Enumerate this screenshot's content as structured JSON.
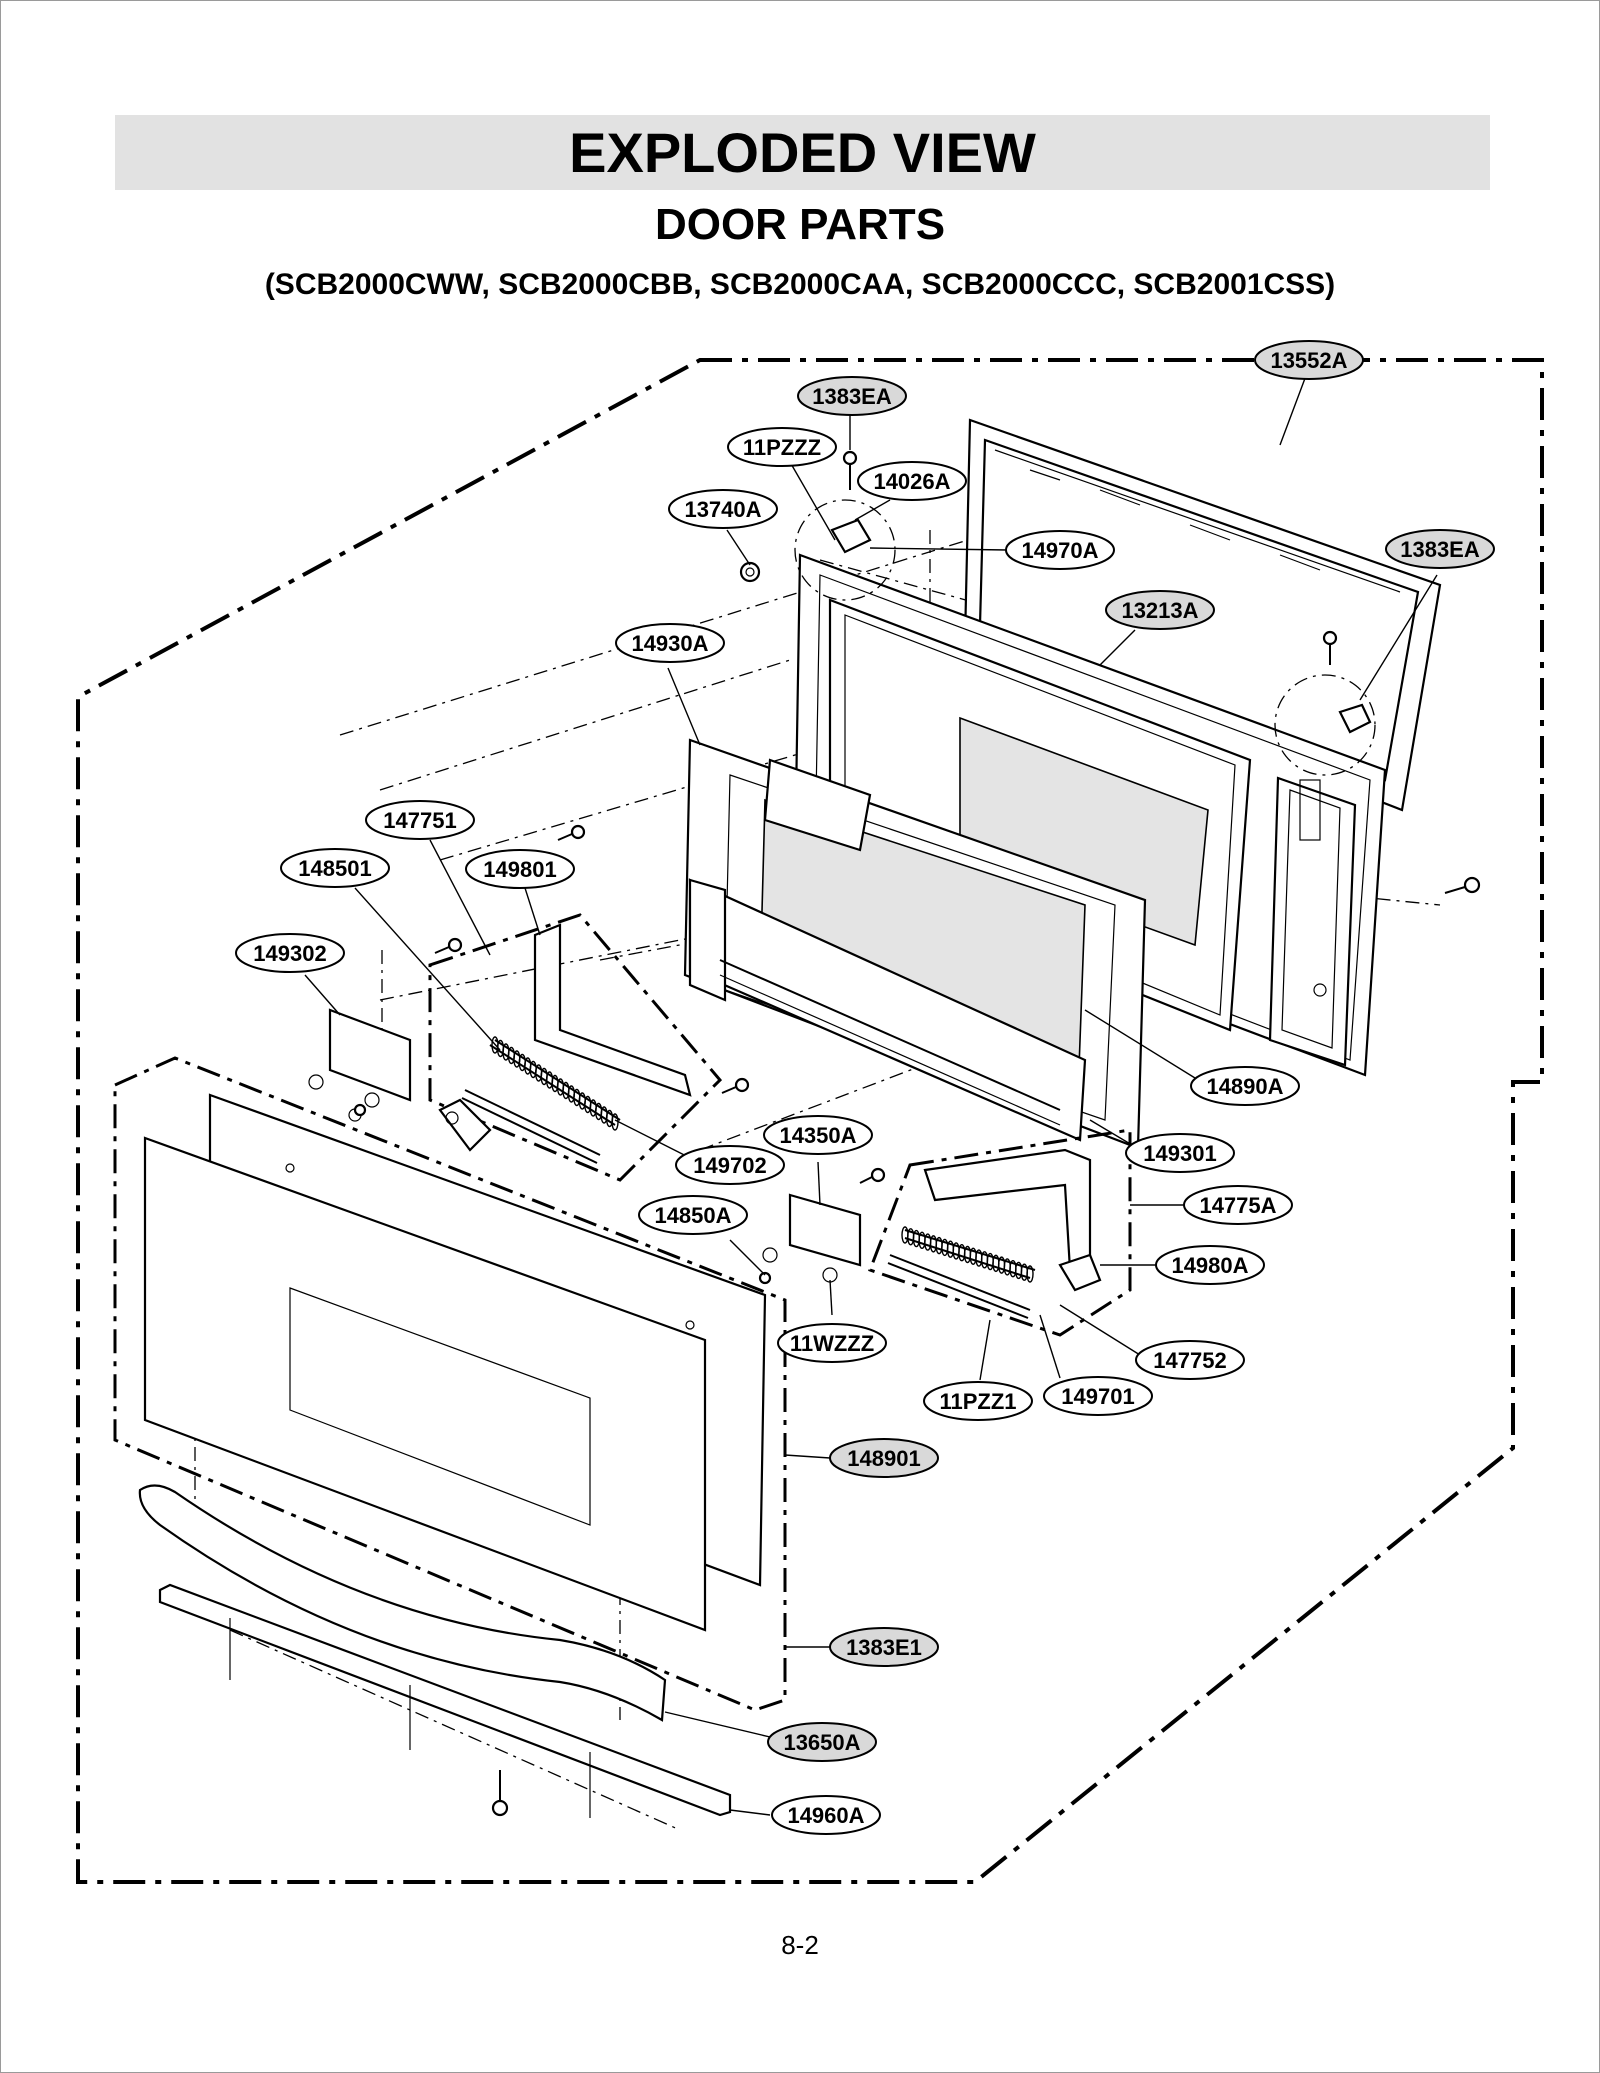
{
  "header": {
    "title": "EXPLODED VIEW",
    "subtitle": "DOOR PARTS",
    "models": "(SCB2000CWW, SCB2000CBB, SCB2000CAA, SCB2000CCC, SCB2001CSS)"
  },
  "footer": {
    "page_number": "8-2"
  },
  "colors": {
    "shaded_label": "#d9d9d9",
    "plain_label": "#ffffff",
    "line": "#000000"
  },
  "parts": {
    "p1383EA_top": "1383EA",
    "p11PZZZ": "11PZZZ",
    "p14026A": "14026A",
    "p13552A": "13552A",
    "p13740A": "13740A",
    "p14970A": "14970A",
    "p1383EA_right": "1383EA",
    "p13213A": "13213A",
    "p14930A": "14930A",
    "p147751": "147751",
    "p148501": "148501",
    "p149801": "149801",
    "p149302": "149302",
    "p14890A": "14890A",
    "p14350A": "14350A",
    "p149301": "149301",
    "p149702": "149702",
    "p14775A": "14775A",
    "p14850A": "14850A",
    "p14980A": "14980A",
    "p11WZZZ": "11WZZZ",
    "p147752": "147752",
    "p11PZZ1": "11PZZ1",
    "p149701": "149701",
    "p148901": "148901",
    "p1383E1": "1383E1",
    "p13650A": "13650A",
    "p14960A": "14960A"
  }
}
